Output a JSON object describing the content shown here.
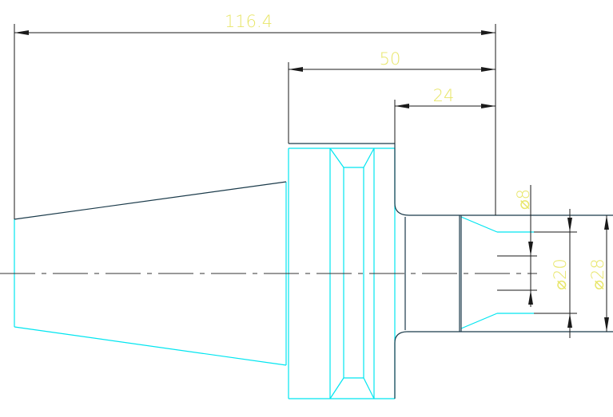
{
  "drawing": {
    "dimensions": {
      "overall_length": "116.4",
      "flange_to_end": "50",
      "shoulder_to_end": "24",
      "dia_inner": "⌀8",
      "dia_mid": "⌀20",
      "dia_outer": "⌀28"
    },
    "colors": {
      "background": "#ffffff",
      "cyan_edges": "#00e5f0",
      "dark_edges": "#1a3a4a",
      "centerline": "#333333",
      "dim_lines": "#1a1a1a",
      "dim_text": "#e8e66a"
    }
  }
}
